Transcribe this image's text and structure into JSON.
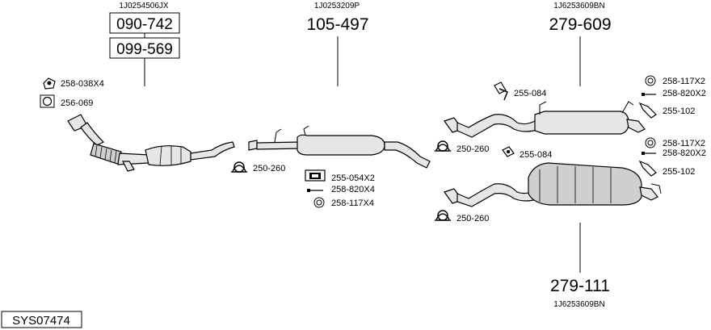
{
  "diagram": {
    "system_code": "SYS07474",
    "groups": [
      {
        "oem": "1J0254506JX",
        "parts": [
          "090-742",
          "099-569"
        ]
      },
      {
        "oem": "1J0253209P",
        "parts": [
          "105-497"
        ]
      },
      {
        "oem": "1J6253609BN",
        "parts": [
          "279-609"
        ]
      },
      {
        "oem": "1J6253609BN",
        "parts": [
          "279-111"
        ]
      }
    ],
    "accessories": {
      "a1": "258-038X4",
      "a2": "256-069",
      "a3": "250-260",
      "a4": "255-054X2",
      "a5": "258-820X4",
      "a6": "258-117X4",
      "a7": "255-084",
      "a8": "250-260",
      "a9": "255-084",
      "a10": "250-260",
      "a11": "258-117X2",
      "a12": "258-820X2",
      "a13": "255-102",
      "a14": "258-117X2",
      "a15": "258-820X2",
      "a16": "255-102"
    }
  }
}
